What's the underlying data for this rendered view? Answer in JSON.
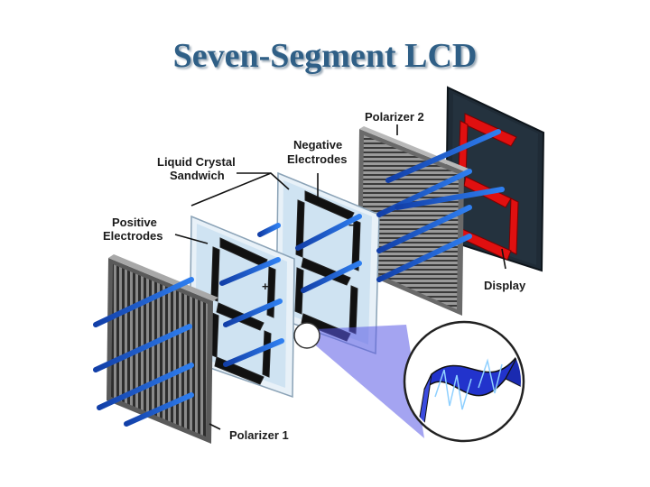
{
  "title": "Seven-Segment LCD",
  "labels": {
    "polarizer2": "Polarizer 2",
    "negative_electrodes": [
      "Negative",
      "Electrodes"
    ],
    "liquid_crystal_sandwich": [
      "Liquid Crystal",
      "Sandwich"
    ],
    "positive_electrodes": [
      "Positive",
      "Electrodes"
    ],
    "display": "Display",
    "polarizer1": "Polarizer 1",
    "plus_sign": "+",
    "minus_sign": "−"
  },
  "colors": {
    "title": "#2f5f86",
    "light_beam": "#1f5fd0",
    "segment_red": "#e01010",
    "zoom_region": "#5a5ae6",
    "glass_plate": "#cfe3f2",
    "crystal_ribbon": "#2233cc"
  }
}
